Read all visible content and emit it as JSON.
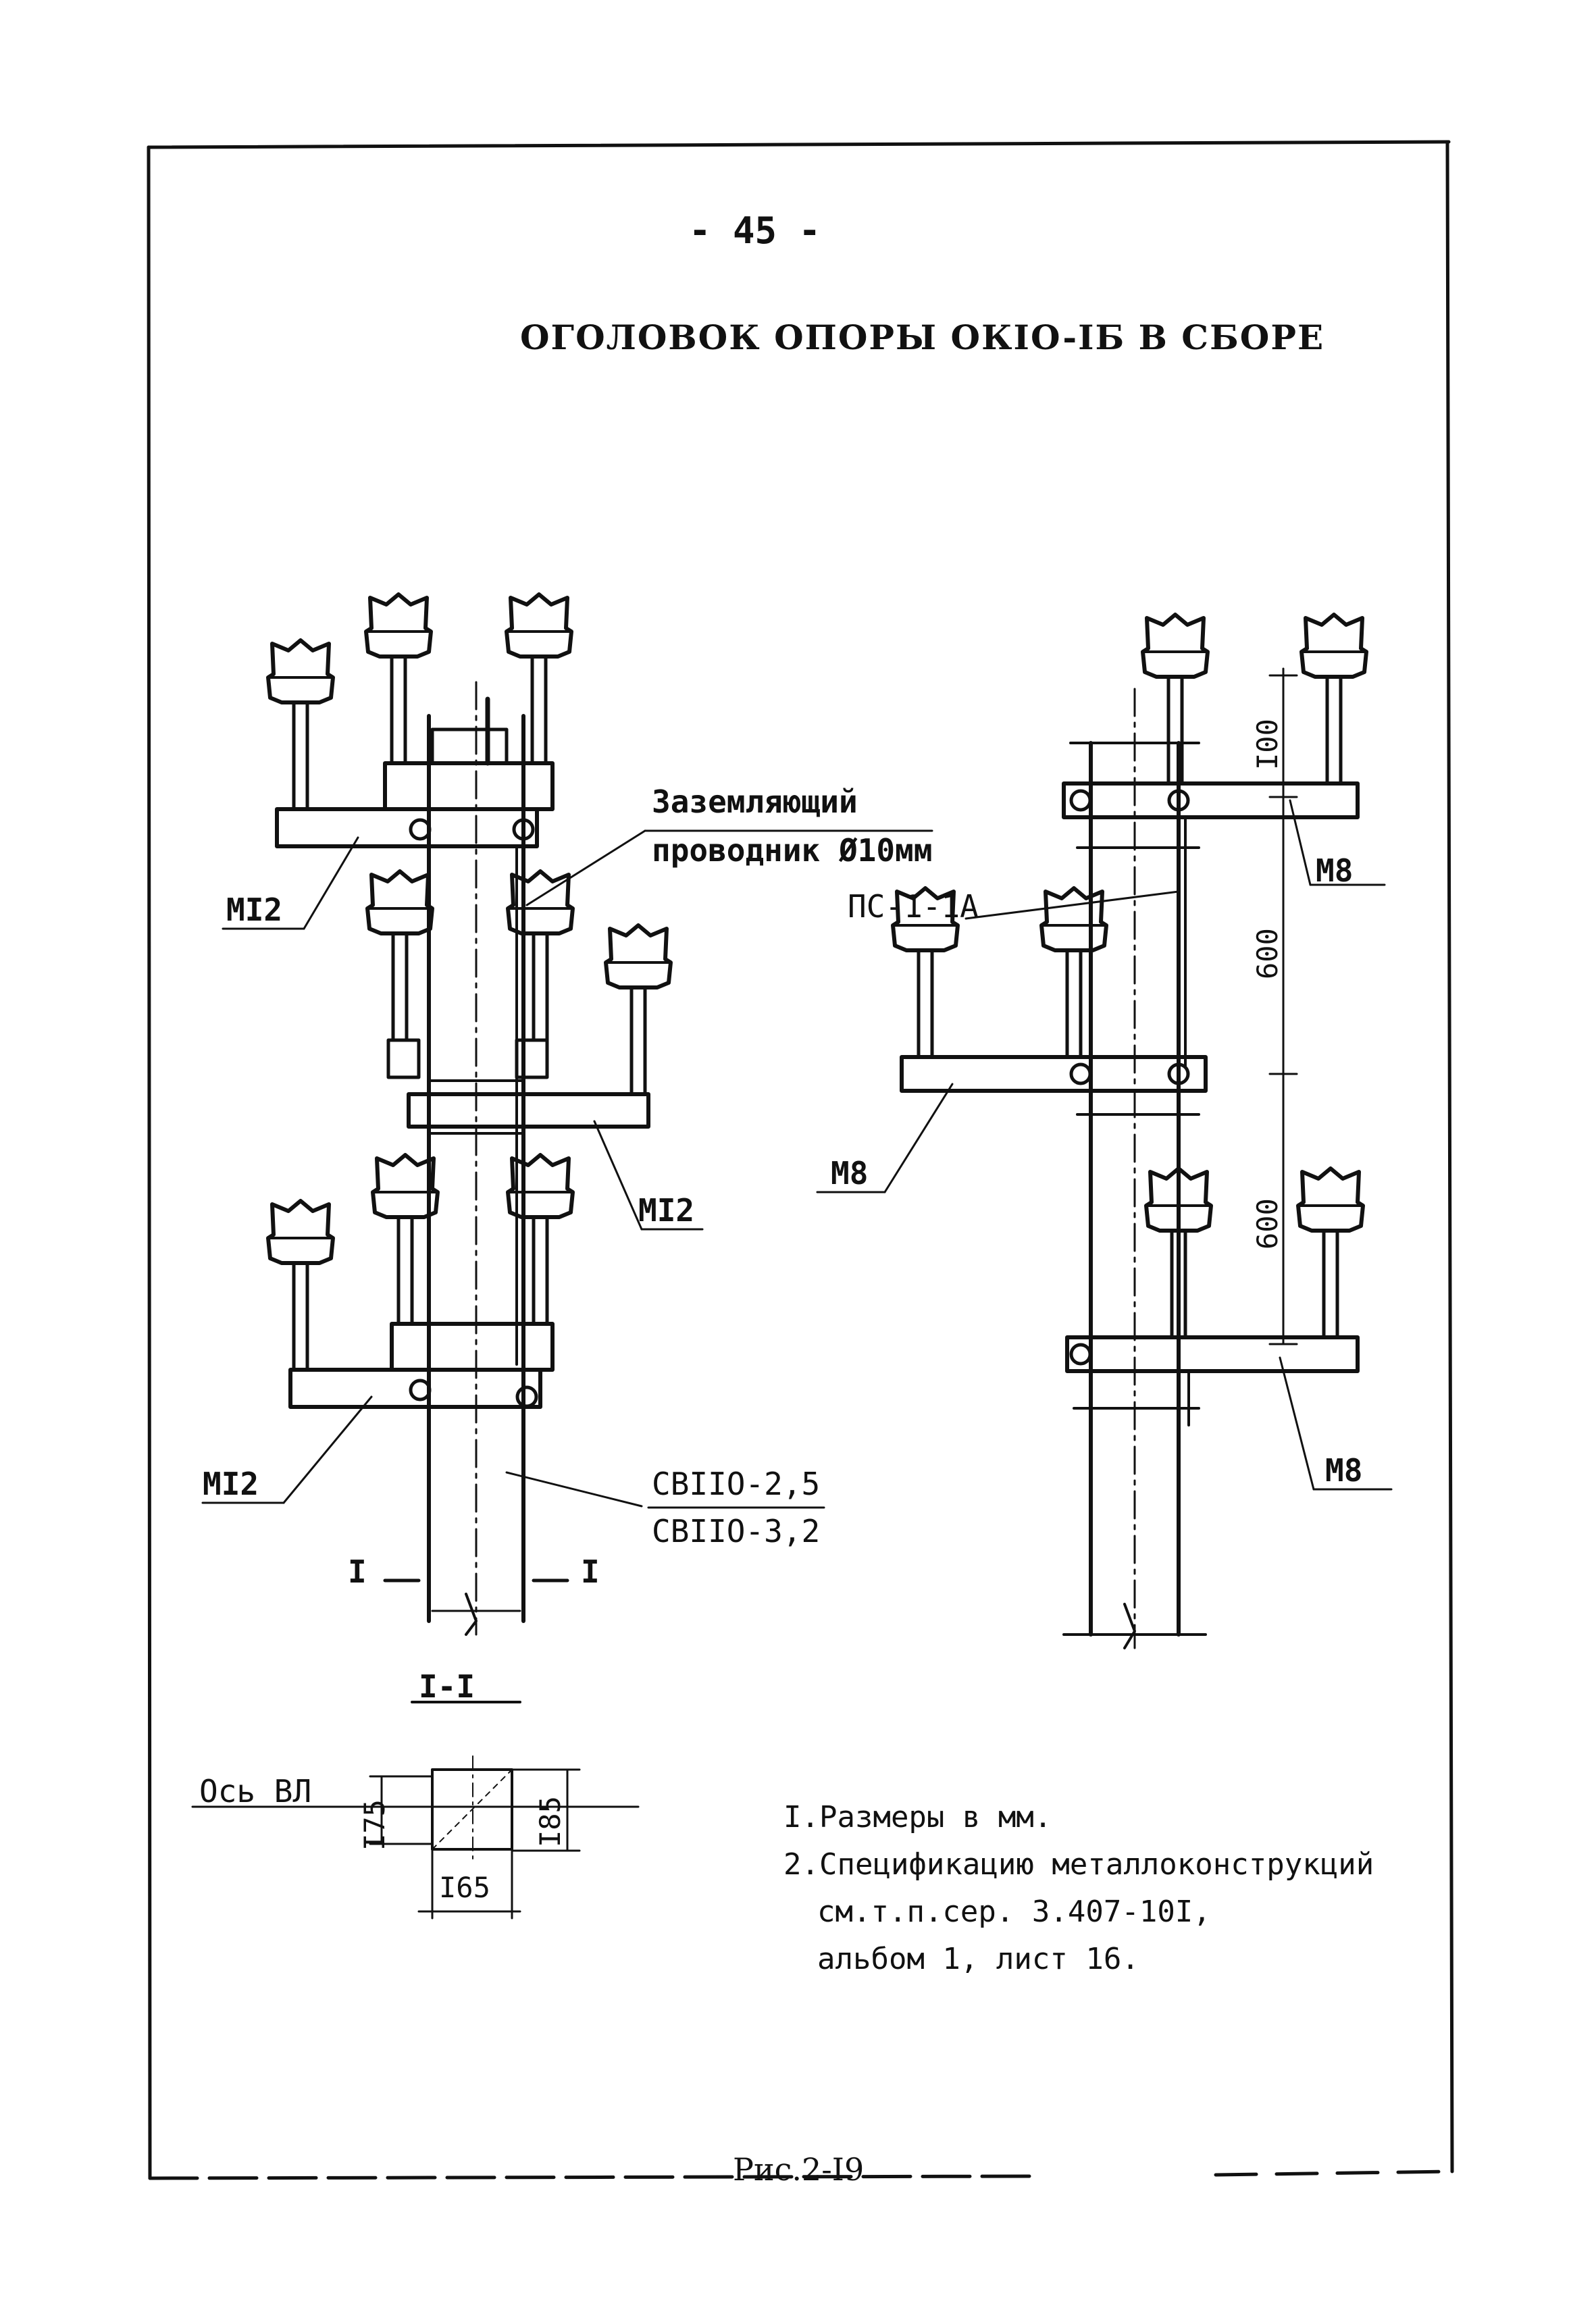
{
  "page_number": "- 45 -",
  "title": "ОГОЛОВОК ОПОРЫ ОКIO-IБ В СБОРЕ",
  "left_view": {
    "ground_label_line1": "Заземляющий",
    "ground_label_line2": "проводник Ø10мм",
    "bolt_top": "MI2",
    "bolt_mid": "MI2",
    "bolt_bottom": "MI2",
    "pole_line1": "СВIIO-2,5",
    "pole_line2": "СВIIO-3,2",
    "section_left": "I",
    "section_right": "I"
  },
  "right_view": {
    "clamp_label": "ПС-1-1А",
    "bolt_top": "M8",
    "bolt_mid": "M8",
    "bolt_bottom": "M8",
    "dim_top": "I00",
    "dim_mid": "600",
    "dim_low": "600"
  },
  "section": {
    "title": "I-I",
    "axis_label": "Ось ВЛ",
    "dim_left": "I75",
    "dim_right": "I85",
    "dim_bottom": "I65"
  },
  "notes": [
    "I.Размеры в мм.",
    "2.Спецификацию металлоконструкций",
    "см.т.п.сер. 3.407-10I,",
    "альбом 1, лист 16."
  ],
  "figure_caption": "Рис.2-I9"
}
